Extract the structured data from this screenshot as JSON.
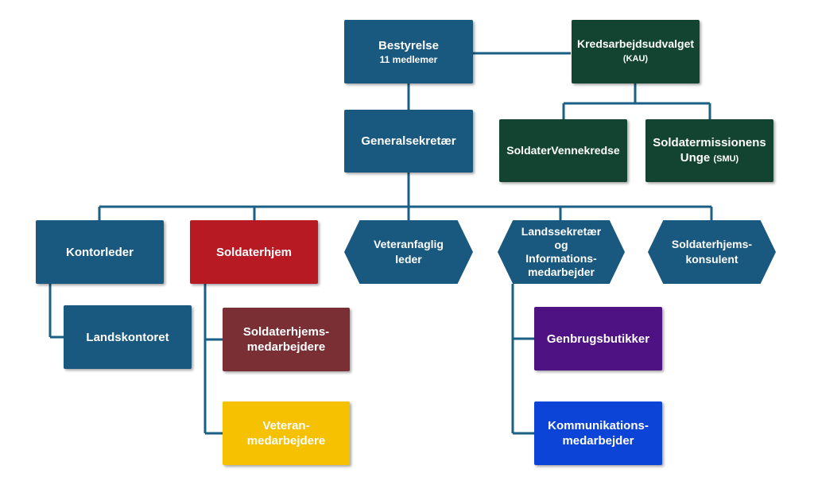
{
  "colors": {
    "blue": "#19587f",
    "green": "#124431",
    "red": "#b81a24",
    "maroon": "#7a2f34",
    "yellow": "#f5c100",
    "purple": "#4f1282",
    "bright_blue": "#0d44d8",
    "line": "#1a5f85"
  },
  "nodes": {
    "bestyrelse": {
      "title": "Bestyrelse",
      "subtitle": "11 medlemer"
    },
    "kau": {
      "title": "Kredsarbejdsudvalget",
      "subtitle": "(KAU)"
    },
    "generalsekretaer": {
      "title": "Generalsekretær"
    },
    "soldatervennekredse": {
      "title": "SoldaterVennekredse"
    },
    "smu": {
      "title_line1": "Soldatermissionens",
      "title_line2": "Unge",
      "abbr": "(SMU)"
    },
    "kontorleder": {
      "title": "Kontorleder"
    },
    "soldaterhjem": {
      "title": "Soldaterhjem"
    },
    "veteranfaglig": {
      "line1": "Veteranfaglig",
      "line2": "leder"
    },
    "landssekretaer": {
      "line1": "Landssekretær",
      "line2": "og",
      "line3": "Informations-",
      "line4": "medarbejder"
    },
    "konsulent": {
      "line1": "Soldaterhjems-",
      "line2": "konsulent"
    },
    "landskontoret": {
      "title": "Landskontoret"
    },
    "soldaterhjemsmedarbejdere": {
      "line1": "Soldaterhjems-",
      "line2": "medarbejdere"
    },
    "veteranmedarbejdere": {
      "line1": "Veteran-",
      "line2": "medarbejdere"
    },
    "genbrugsbutikker": {
      "title": "Genbrugsbutikker"
    },
    "kommunikation": {
      "line1": "Kommunikations-",
      "line2": "medarbejder"
    }
  }
}
